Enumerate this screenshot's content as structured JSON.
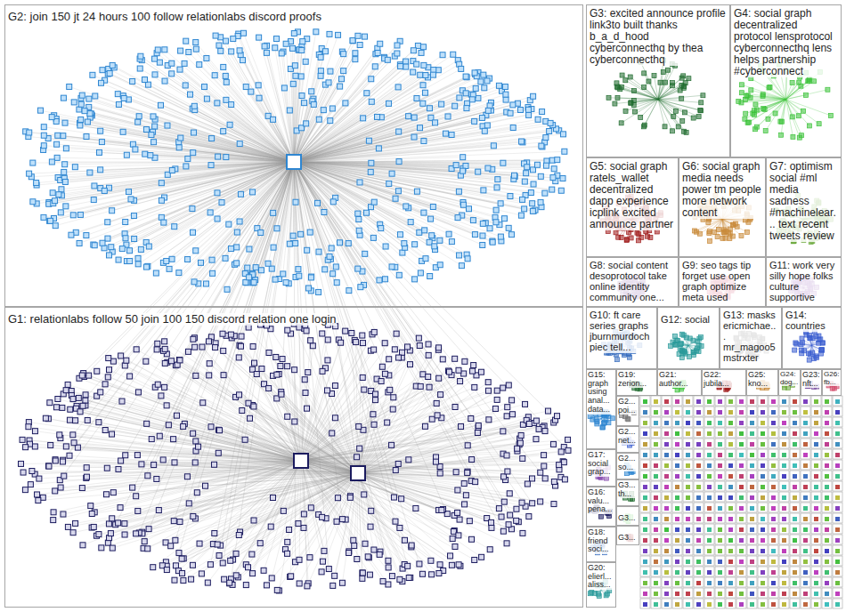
{
  "diagram": {
    "nodes": [
      {
        "text": [
          "G2: join 150 jt 24 hours 100 follow relationlabs discord proofs"
        ]
      },
      {
        "text": [
          "G3: excited announce profile link3to built thanks b_a_d_hood cyberconnecthq by thea cyberconnecthq"
        ]
      },
      {
        "text": [
          "G4: social graph decentralized protocol lensprotocol cyberconnecthq lens helps partnership #cyberconnect"
        ]
      },
      {
        "text": [
          "G5: social graph ratels_wallet decentralized dapp experience icplink excited announce partner"
        ]
      },
      {
        "text": [
          "G6: social graph media needs power tm people more network content"
        ]
      },
      {
        "text": [
          "G7: optimism social #ml media sadness #machinelear... text recent tweets review"
        ]
      },
      {
        "text": [
          "G8: social content desoprotocol take online identity community one..."
        ]
      },
      {
        "text": [
          "G9: seo tags tip forget use open graph optimize meta used"
        ]
      },
      {
        "text": [
          "G11: work very silly hope folks culture supportive"
        ]
      },
      {
        "text": [
          "G1: relationlabs follow 50 join 100 150 discord relation one login"
        ]
      },
      {
        "text": [
          "G10: ft care series graphs jburnmurdoch piec tell..."
        ]
      },
      {
        "text": [
          "G12: social"
        ]
      },
      {
        "text": [
          "G13: masks ericmichae... mr_magoo5 mstrxter"
        ]
      },
      {
        "text": [
          "G14: countries"
        ]
      },
      {
        "text": [
          "G15: graph using anal... data..."
        ]
      },
      {
        "text": [
          "G19: zerion..."
        ]
      },
      {
        "text": [
          "G21: author..."
        ]
      },
      {
        "text": [
          "G22: jubila..."
        ]
      },
      {
        "text": [
          "G25: kno..."
        ]
      },
      {
        "text": [
          "G24: dog..."
        ]
      },
      {
        "text": [
          "G23: nft..."
        ]
      },
      {
        "text": [
          "G26: fb..."
        ]
      },
      {
        "text": [
          "G17: social grap..."
        ]
      },
      {
        "text": [
          "G16: valu... pena..."
        ]
      },
      {
        "text": [
          "G18: friend soci..."
        ]
      },
      {
        "text": [
          "G20: elierl... aliss..."
        ]
      },
      {
        "text": [
          "G2... poi..."
        ]
      },
      {
        "text": [
          "G2... net..."
        ]
      },
      {
        "text": [
          "G2... so..."
        ]
      },
      {
        "text": [
          "G3... th..."
        ]
      },
      {
        "text": [
          "G3..."
        ]
      },
      {
        "text": [
          "G3..."
        ]
      }
    ]
  }
}
